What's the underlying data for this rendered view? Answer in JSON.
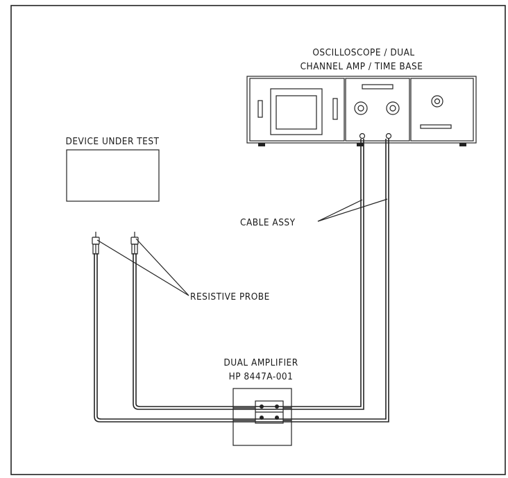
{
  "labels": {
    "oscilloscope_line1": "OSCILLOSCOPE / DUAL",
    "oscilloscope_line2": "CHANNEL AMP / TIME BASE",
    "device_under_test": "DEVICE UNDER TEST",
    "cable_assy": "CABLE ASSY",
    "resistive_probe": "RESISTIVE PROBE",
    "dual_amplifier_line1": "DUAL AMPLIFIER",
    "dual_amplifier_line2": "HP 8447A-001"
  },
  "colors": {
    "line": "#222222",
    "background": "#ffffff",
    "text": "#1a1a1a"
  }
}
